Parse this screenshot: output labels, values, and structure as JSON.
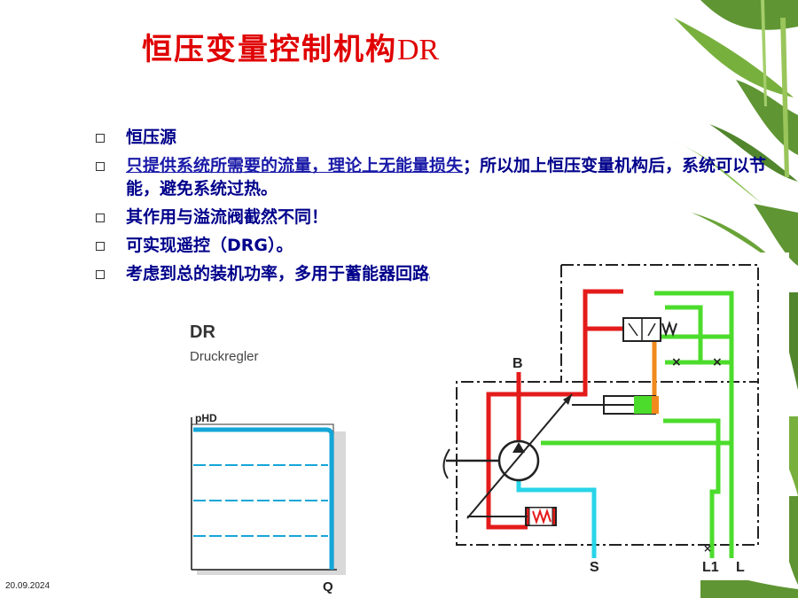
{
  "slide": {
    "title_cn": "恒压变量控制机构",
    "title_latin": "DR",
    "bullets": [
      {
        "text": "恒压源"
      },
      {
        "text_underlined": "只提供系统所需要的流量，理论上无能量损失",
        "text_rest": "；所以加上恒压变量机构后，系统可以节能，避免系统过热。"
      },
      {
        "text": "其作用与溢流阀截然不同！"
      },
      {
        "text": "可实现遥控（DRG）。"
      },
      {
        "text": "考虑到总的装机功率，多用于蓄能器回路。"
      }
    ],
    "date": "20.09.2024"
  },
  "dr_chart": {
    "code": "DR",
    "subtitle": "Druckregler",
    "y_label": "pHD",
    "x_label": "Q"
  },
  "circuit": {
    "port_b": "B",
    "port_s": "S",
    "port_l1": "L1",
    "port_l": "L"
  },
  "colors": {
    "title": "#e00000",
    "bullet_text": "#00008b",
    "pressure_line": "#e41b1b",
    "suction_line": "#29d4e8",
    "drain_line": "#4cdc2c",
    "control_line": "#f08a1c",
    "chart_curve": "#14a6d8"
  }
}
